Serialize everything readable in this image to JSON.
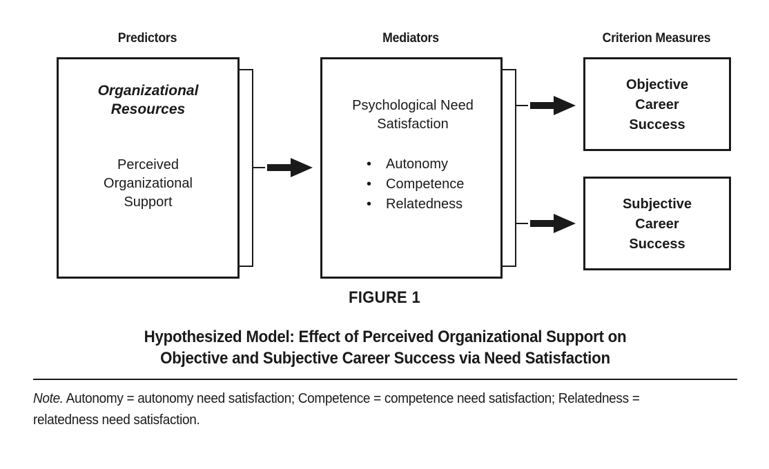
{
  "figure": {
    "number": "FIGURE 1",
    "title_line1": "Hypothesized Model: Effect of Perceived Organizational Support on",
    "title_line2": "Objective and Subjective Career Success via Need Satisfaction",
    "note_label": "Note.",
    "note_text": " Autonomy = autonomy need satisfaction; Competence = competence need satisfaction; Relatedness = relatedness need satisfaction.",
    "background_color": "#ffffff",
    "line_color": "#1a1a1a"
  },
  "columns": {
    "predictors_header": "Predictors",
    "mediators_header": "Mediators",
    "criterion_header": "Criterion Measures"
  },
  "predictor_box": {
    "title_line1": "Organizational",
    "title_line2": "Resources",
    "body_line1": "Perceived",
    "body_line2": "Organizational",
    "body_line3": "Support"
  },
  "mediator_box": {
    "title_line1": "Psychological Need",
    "title_line2": "Satisfaction",
    "bullets": [
      {
        "bullet": "•",
        "label": "Autonomy"
      },
      {
        "bullet": "•",
        "label": "Competence"
      },
      {
        "bullet": "•",
        "label": "Relatedness"
      }
    ]
  },
  "criterion_boxes": [
    {
      "line1": "Objective",
      "line2": "Career",
      "line3": "Success"
    },
    {
      "line1": "Subjective",
      "line2": "Career",
      "line3": "Success"
    }
  ],
  "arrows": [
    {
      "name": "predictor-to-mediator"
    },
    {
      "name": "mediator-to-objective"
    },
    {
      "name": "mediator-to-subjective"
    }
  ]
}
